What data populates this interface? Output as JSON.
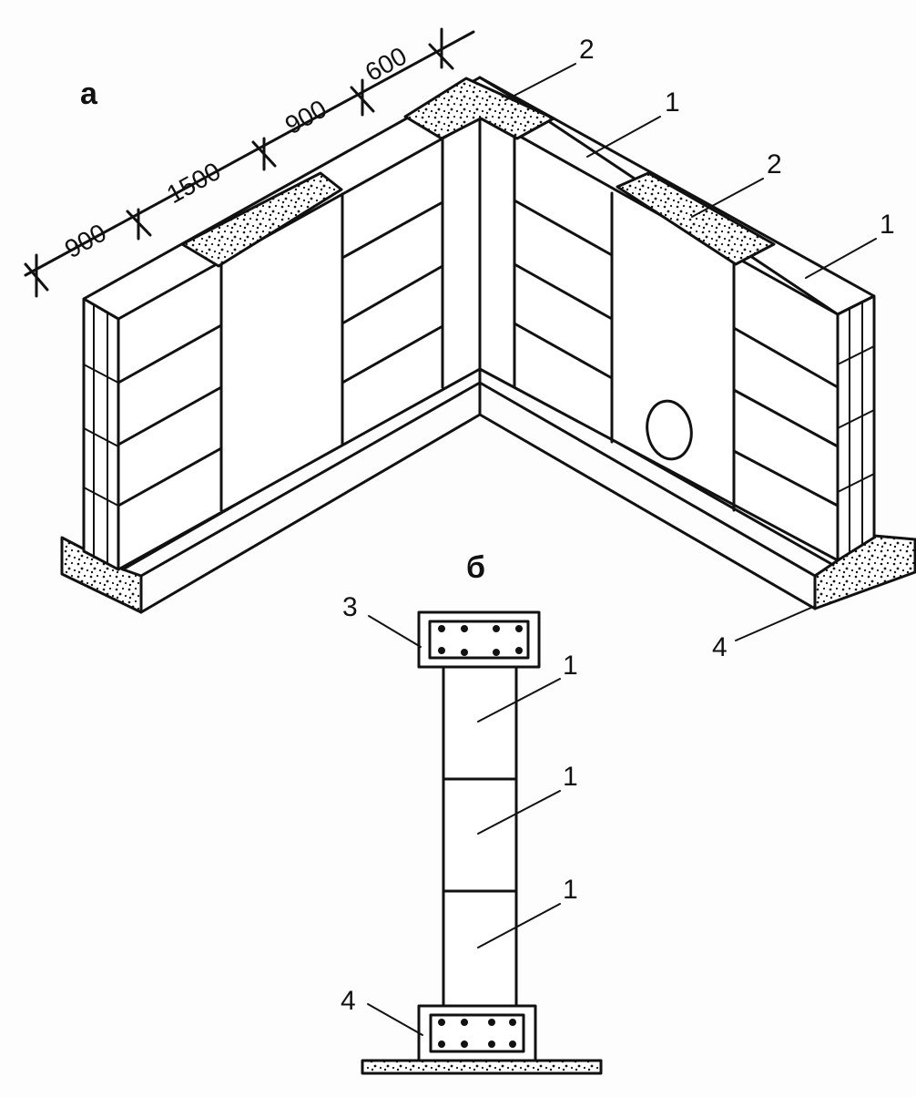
{
  "figure": {
    "panel_a_label": "а",
    "panel_b_label": "б"
  },
  "dimensions": [
    "900",
    "1500",
    "900",
    "600"
  ],
  "callouts_a": [
    "2",
    "1",
    "2",
    "1",
    "4"
  ],
  "callouts_b": [
    "3",
    "1",
    "1",
    "1",
    "4"
  ]
}
